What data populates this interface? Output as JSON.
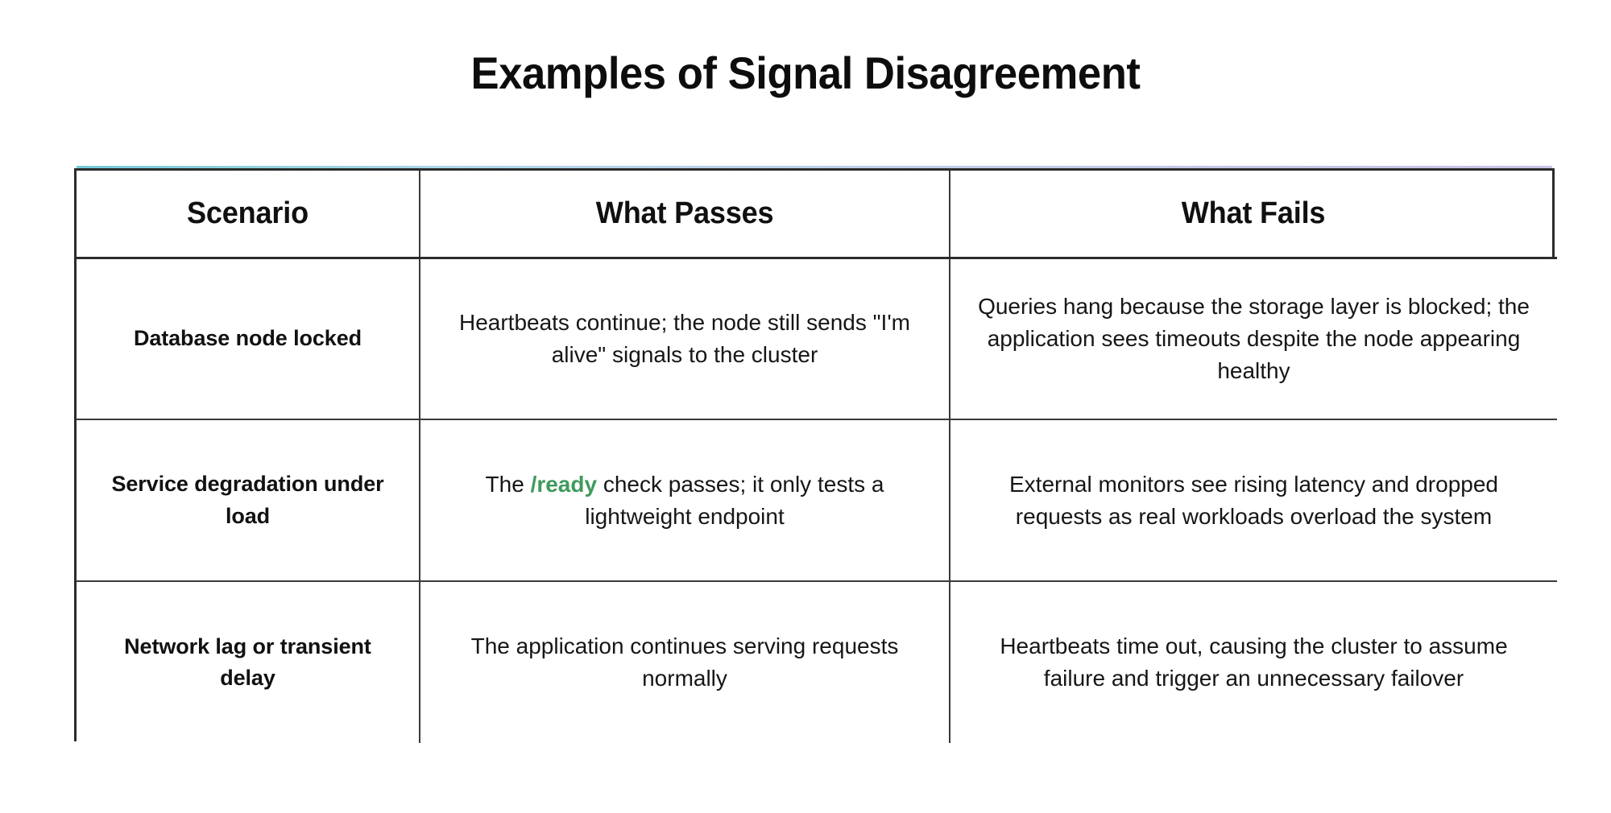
{
  "page": {
    "title": "Examples of Signal Disagreement",
    "background_color": "#ffffff"
  },
  "colors": {
    "title_text": "#0d0d0d",
    "table_border": "#2c2c2c",
    "inner_divider": "#3a3a3a",
    "header_gradient_start": "#6ec7d7",
    "header_gradient_mid": "#b4cdea",
    "header_gradient_end": "#c6c0e5",
    "body_text": "#161616",
    "scenario_text": "#111111",
    "code_accent_green": "#3f9a5c"
  },
  "table": {
    "columns": [
      {
        "key": "scenario",
        "label": "Scenario"
      },
      {
        "key": "what_passes",
        "label": "What Passes"
      },
      {
        "key": "what_fails",
        "label": "What Fails"
      }
    ],
    "rows": [
      {
        "scenario": "Database node locked",
        "what_passes_prefix": "Heartbeats continue; the node still sends \"I'm alive\" signals to the cluster",
        "what_passes_code": "",
        "what_passes_suffix": "",
        "what_fails": "Queries hang because the storage layer is blocked; the application sees timeouts despite the node appearing healthy"
      },
      {
        "scenario": "Service degradation under load",
        "what_passes_prefix": "The ",
        "what_passes_code": "/ready",
        "what_passes_suffix": " check passes; it only tests a lightweight endpoint",
        "what_fails": "External monitors see rising latency and dropped requests as real workloads overload the system"
      },
      {
        "scenario": "Network lag or transient delay",
        "what_passes_prefix": "The application continues serving requests normally",
        "what_passes_code": "",
        "what_passes_suffix": "",
        "what_fails": "Heartbeats time out, causing the cluster to assume failure and trigger an unnecessary failover"
      }
    ]
  }
}
